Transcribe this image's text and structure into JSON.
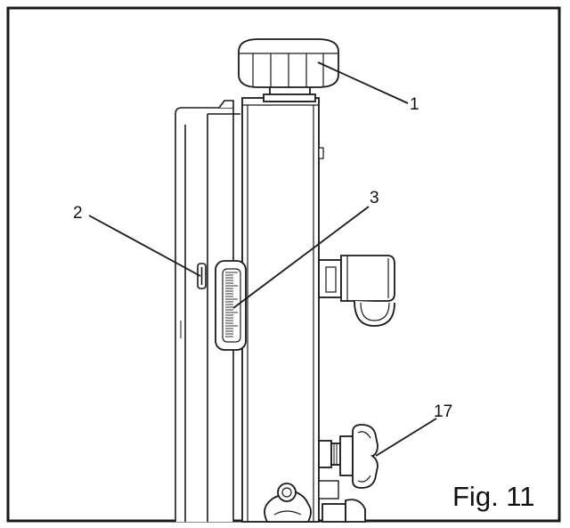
{
  "figure": {
    "caption": "Fig. 11",
    "callouts": [
      {
        "id": "1",
        "label": "1",
        "part": "knob-icon"
      },
      {
        "id": "2",
        "label": "2",
        "part": "screw-icon"
      },
      {
        "id": "3",
        "label": "3",
        "part": "scale-window-icon"
      },
      {
        "id": "17",
        "label": "17",
        "part": "lock-knob-icon"
      }
    ],
    "line_color": "#1a1a1a",
    "fill_color": "#ffffff",
    "shade_color": "#e6e6e6"
  }
}
